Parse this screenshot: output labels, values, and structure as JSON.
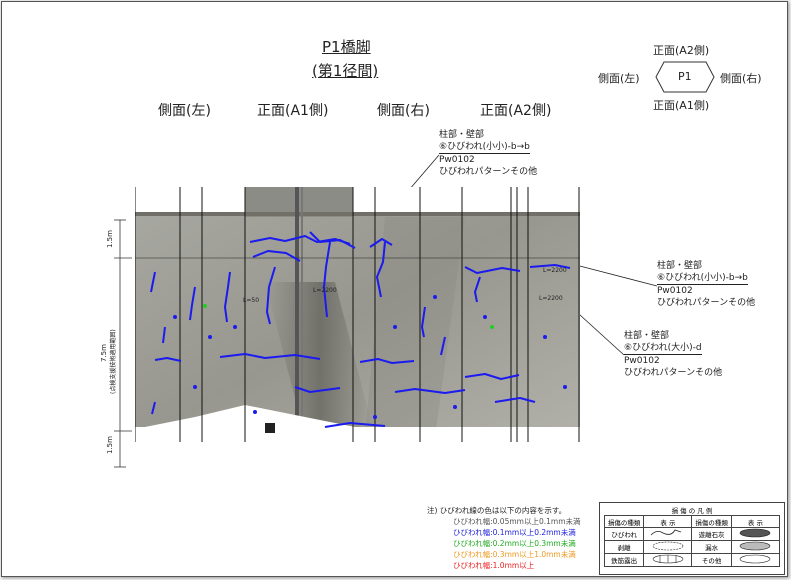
{
  "title": {
    "line1": "P1橋脚",
    "line2": "(第1径間)"
  },
  "faces": [
    "側面(左)",
    "正面(A1側)",
    "側面(右)",
    "正面(A2側)"
  ],
  "keyplan": {
    "top": "正面(A2側)",
    "left": "側面(左)",
    "center": "P1",
    "right": "側面(右)",
    "bottom": "正面(A1側)"
  },
  "callouts": [
    {
      "line1": "柱部・壁部",
      "line2": "⑥ひびわれ(小小)-b→b",
      "line3": "Pw0102",
      "line4": "ひびわれパターンその他"
    },
    {
      "line1": "柱部・壁部",
      "line2": "⑥ひびわれ(小小)-b→b",
      "line3": "Pw0102",
      "line4": "ひびわれパターンその他"
    },
    {
      "line1": "柱部・壁部",
      "line2": "⑥ひびわれ(大小)-d",
      "line3": "Pw0102",
      "line4": "ひびわれパターンその他"
    }
  ],
  "dimensions": {
    "top": "1.5m",
    "middle": "7.5m",
    "middle_sub": "(点検支援技術適用範囲)",
    "bottom": "1.5m"
  },
  "photo_labels": [
    "L=50",
    "L=2200",
    "L=2200",
    "L=2200"
  ],
  "crack_note": {
    "heading": "注) ひびわれ線の色は以下の内容を示す。",
    "items": [
      {
        "text": "ひびわれ幅:0.05mm以上0.1mm未満",
        "color": "#555555"
      },
      {
        "text": "ひびわれ幅:0.1mm以上0.2mm未満",
        "color": "#2222dd"
      },
      {
        "text": "ひびわれ幅:0.2mm以上0.3mm未満",
        "color": "#22aa22"
      },
      {
        "text": "ひびわれ幅:0.3mm以上1.0mm未満",
        "color": "#ee9922"
      },
      {
        "text": "ひびわれ幅:1.0mm以上",
        "color": "#ee2222"
      }
    ]
  },
  "legend": {
    "title": "損 傷 の 凡 例",
    "headers": [
      "損傷の種類",
      "表 示",
      "損傷の種類",
      "表 示"
    ],
    "rows": [
      [
        "ひびわれ",
        "遊離石灰"
      ],
      [
        "剥離",
        "漏水"
      ],
      [
        "鉄筋露出",
        "その他"
      ]
    ]
  }
}
